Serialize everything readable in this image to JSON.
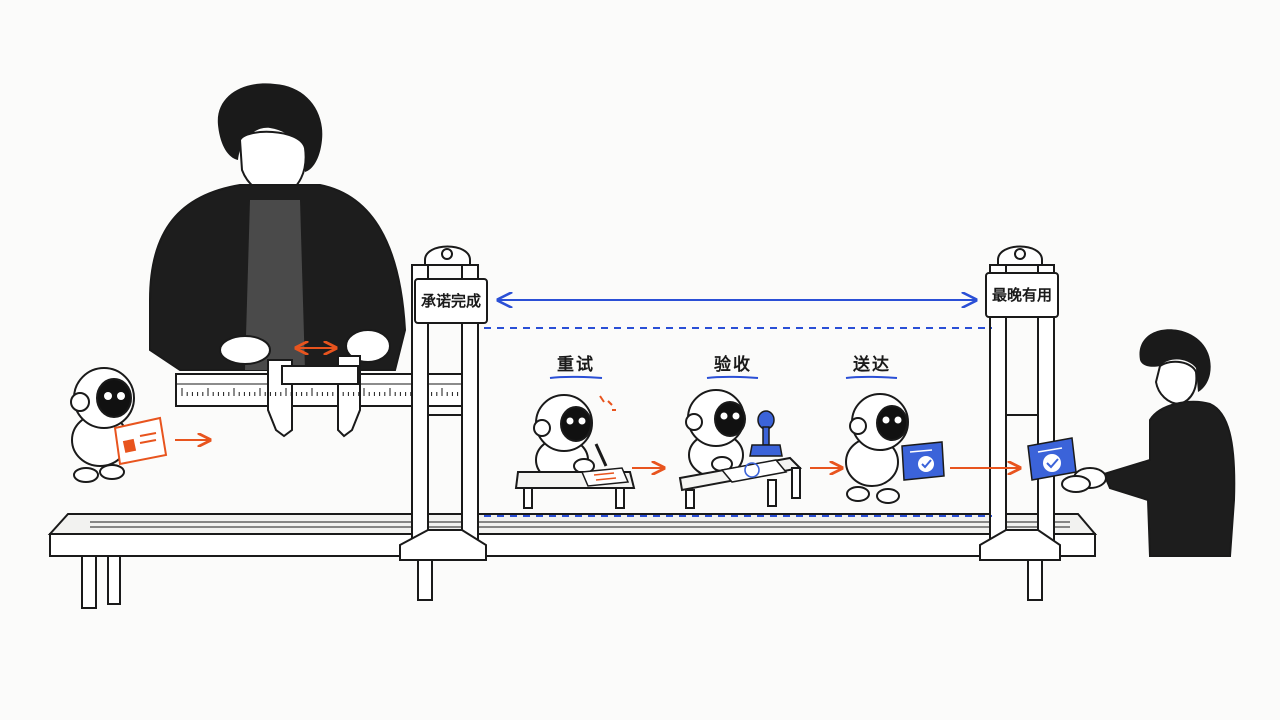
{
  "signs": {
    "left": "承诺完成",
    "right": "最晚有用"
  },
  "stages": [
    {
      "label": "重试"
    },
    {
      "label": "验收"
    },
    {
      "label": "送达"
    }
  ],
  "colors": {
    "ink": "#1a1a1a",
    "blue_accent": "#2a4fd6",
    "orange_accent": "#e8541e",
    "card_blue": "#3b63d9"
  }
}
